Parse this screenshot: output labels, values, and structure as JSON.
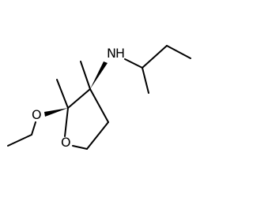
{
  "molecule": {
    "atom_labels": {
      "nitrogen": "N",
      "hydrogen": "H",
      "ring_oxygen": "O",
      "ether_oxygen": "O"
    },
    "colors": {
      "bond": "#000000",
      "label": "#000000",
      "background": "#ffffff"
    }
  }
}
